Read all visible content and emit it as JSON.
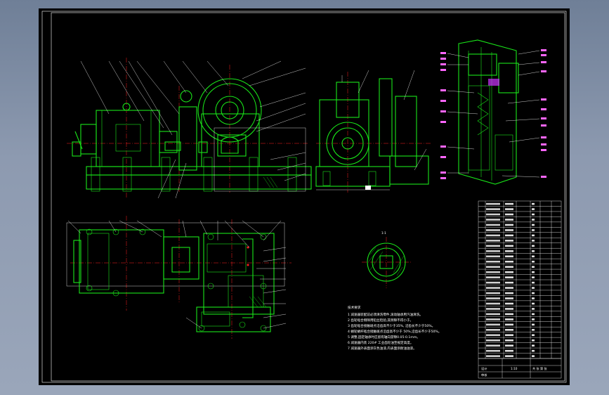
{
  "drawing": {
    "colors": {
      "background": "#000000",
      "geometry": "#19e619",
      "frame": "#ffffff",
      "centerline": "#ff2020",
      "part_number_labels": "#ff66ff"
    },
    "section_label": "1-1",
    "technical_requirements": {
      "heading": "技术要求",
      "lines": [
        "1 减速器装配前必须清洗零件,滚动轴承用汽油清洗。",
        "2 齿轮啮合侧隙用铅丝检验,其侧隙不得小于。",
        "3 齿轮啮合接触斑点沿齿高不少于35%, 沿齿长不少于50%。",
        "4 蜗轮蜗杆啮合接触斑点沿齿高不少于 50%,沿齿长不少于50%。",
        "5 调整,固定轴承时应留有轴向游隙0.05-0.1mm。",
        "6 减速器内装 220# 工业齿轮油至规定高度。",
        "7 减速器外表面涂灰色油漆,内表面涂耐油油漆。"
      ]
    },
    "title_block": {
      "scale": "1:10",
      "sheet": "共 张 第 张",
      "drawn": "设计",
      "checked": "审核"
    },
    "parts_list_count": 30
  }
}
